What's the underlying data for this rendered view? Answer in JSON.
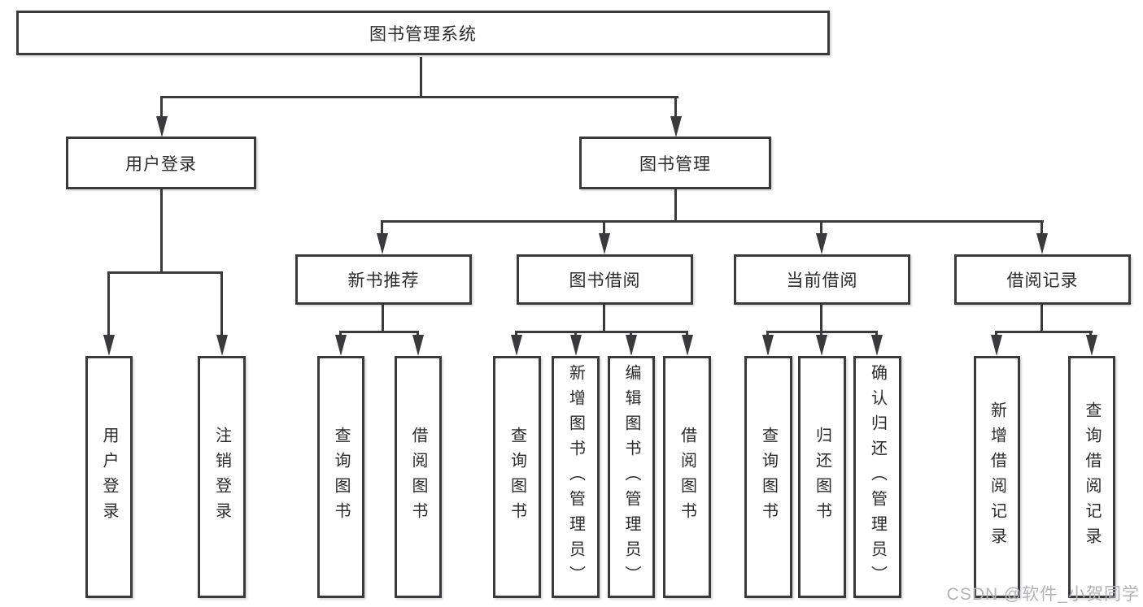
{
  "diagram": {
    "root": "图书管理系统",
    "branches": [
      {
        "label": "用户登录",
        "children": [
          "用户登录",
          "注销登录"
        ]
      },
      {
        "label": "图书管理",
        "groups": [
          {
            "label": "新书推荐",
            "children": [
              "查询图书",
              "借阅图书"
            ]
          },
          {
            "label": "图书借阅",
            "children": [
              "查询图书",
              "新增图书（管理员）",
              "编辑图书（管理员）",
              "借阅图书"
            ]
          },
          {
            "label": "当前借阅",
            "children": [
              "查询图书",
              "归还图书",
              "确认归还（管理员）"
            ]
          },
          {
            "label": "借阅记录",
            "children": [
              "新增借阅记录",
              "查询借阅记录"
            ]
          }
        ]
      }
    ]
  },
  "watermark": "CSDN @软件_小贺同学",
  "colors": {
    "line": "#3a3a3c",
    "text": "#2b2b2d",
    "watermark": "#b3b3b5",
    "background": "#ffffff"
  }
}
